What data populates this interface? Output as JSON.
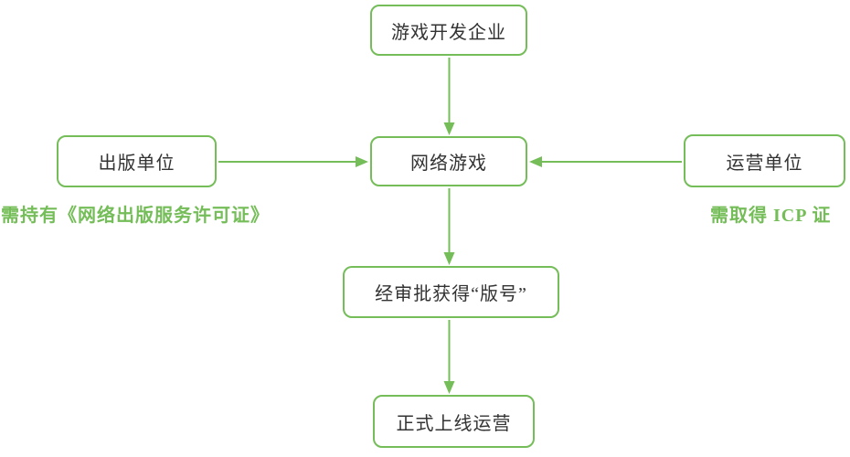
{
  "diagram": {
    "type": "flowchart",
    "background_color": "#ffffff",
    "accent_color": "#74bd58",
    "node_text_color": "#333333",
    "nodes": {
      "game_dev": {
        "label": "游戏开发企业"
      },
      "online_game": {
        "label": "网络游戏"
      },
      "publisher": {
        "label": "出版单位"
      },
      "operator": {
        "label": "运营单位"
      },
      "approval": {
        "label": "经审批获得“版号”"
      },
      "launch": {
        "label": "正式上线运营"
      }
    },
    "annotations": {
      "publisher_note": {
        "label": "需持有《网络出版服务许可证》"
      },
      "operator_note": {
        "label": "需取得 ICP 证"
      }
    },
    "edges": [
      {
        "from": "game_dev",
        "to": "online_game",
        "direction": "down"
      },
      {
        "from": "publisher",
        "to": "online_game",
        "direction": "right"
      },
      {
        "from": "operator",
        "to": "online_game",
        "direction": "left"
      },
      {
        "from": "online_game",
        "to": "approval",
        "direction": "down"
      },
      {
        "from": "approval",
        "to": "launch",
        "direction": "down"
      }
    ]
  }
}
